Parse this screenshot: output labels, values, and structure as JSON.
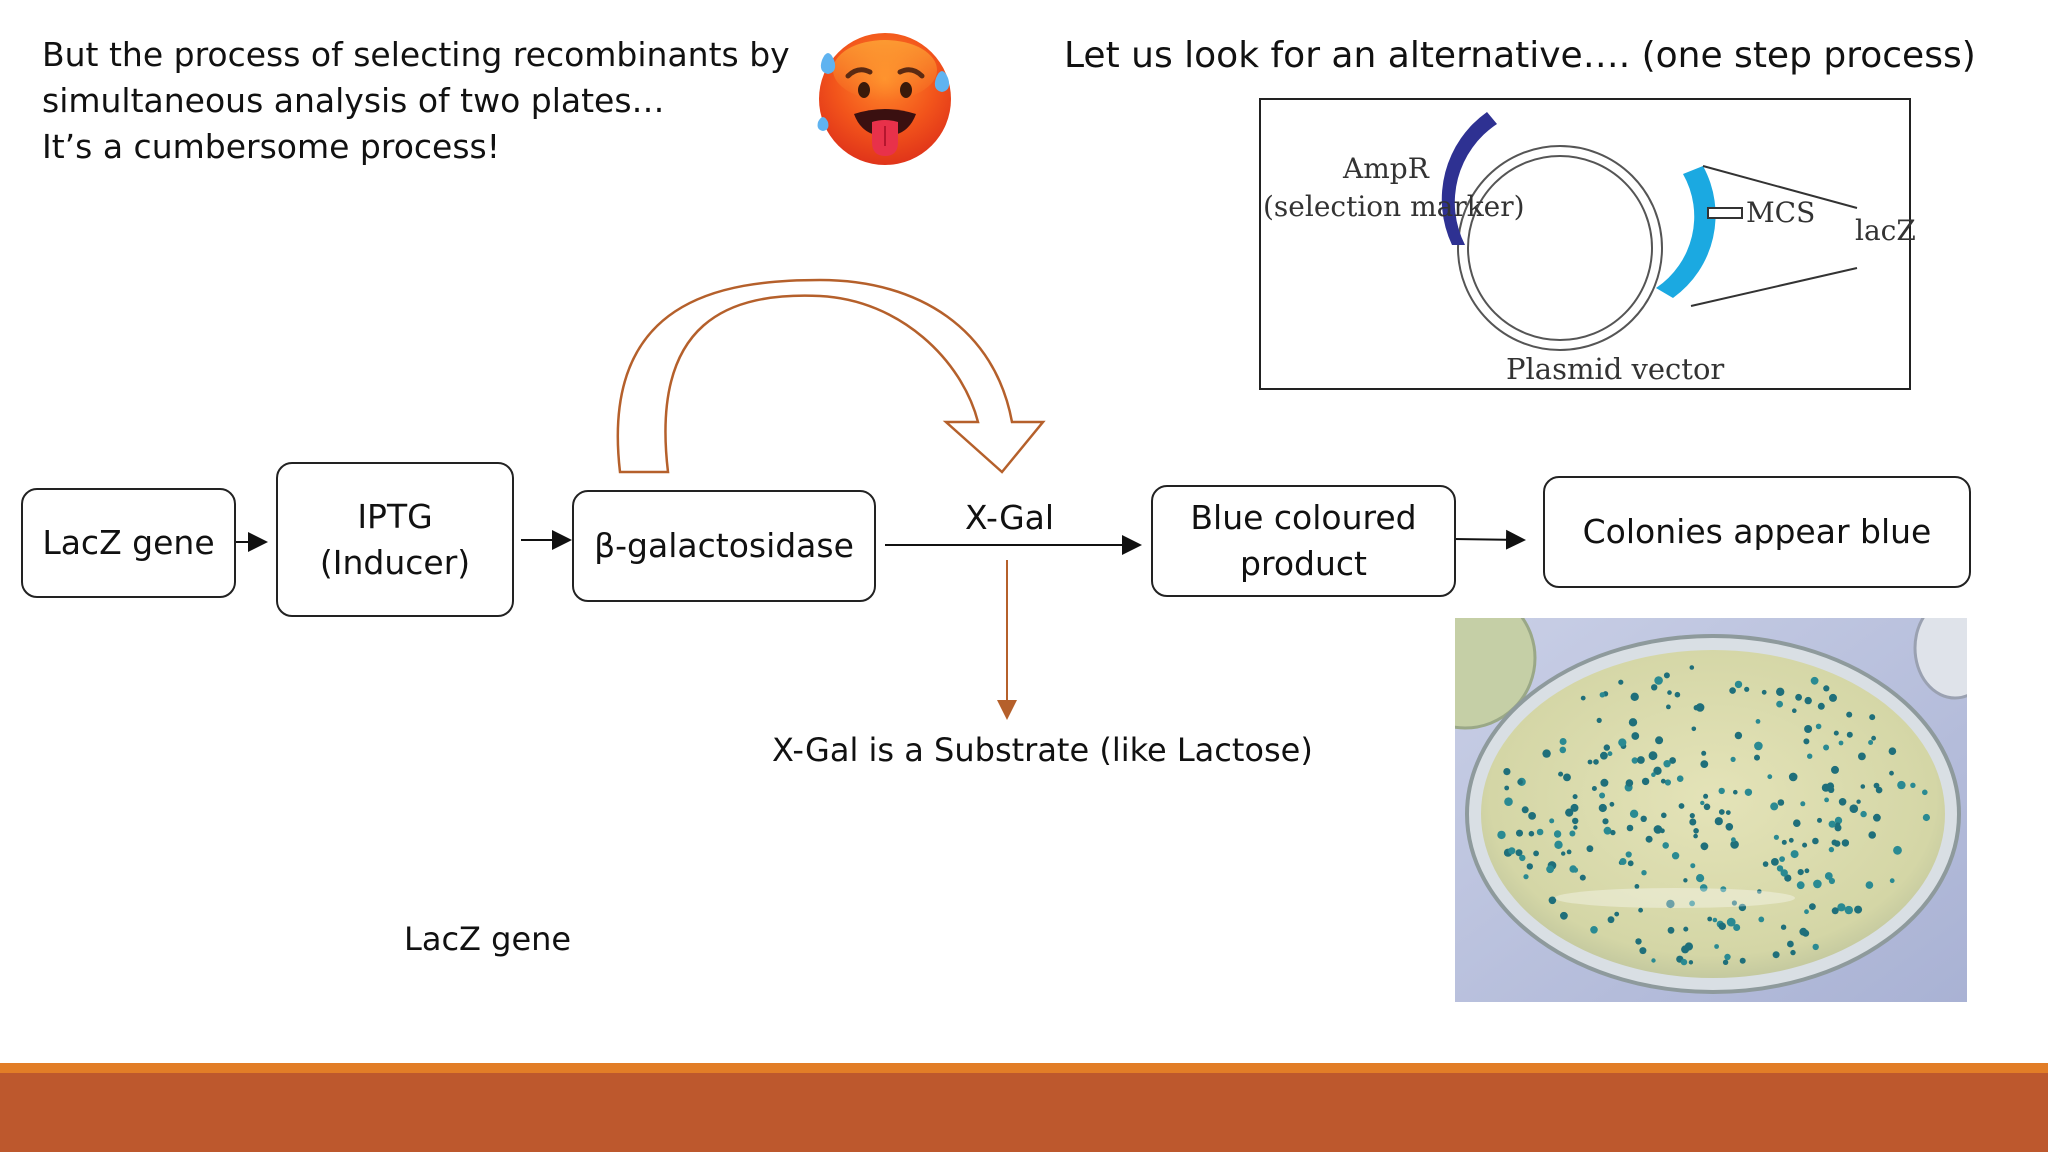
{
  "intro": {
    "lines": [
      "But the process of selecting recombinants by",
      "simultaneous analysis of two plates…",
      "It’s a cumbersome process!"
    ]
  },
  "alternative_title": "Let us look for an alternative…. (one step process)",
  "plasmid": {
    "marker_label_1": "AmpR",
    "marker_label_2": "(selection marker)",
    "mcs_label": "MCS",
    "lacz_label": "lacZ",
    "vector_label": "Plasmid vector",
    "colors": {
      "ampr": "#2e3192",
      "lacz": "#1ba9e1"
    }
  },
  "flow": {
    "box1": "LacZ gene",
    "box2_line1": "IPTG",
    "box2_line2": "(Inducer)",
    "box3": "β-galactosidase",
    "substrate_label": "X-Gal",
    "box4_line1": "Blue coloured",
    "box4_line2": "product",
    "box5": "Colonies appear blue",
    "substrate_note": "X-Gal is a Substrate (like Lactose)",
    "arrow_color": "#b5602b"
  },
  "stray_label": "LacZ gene",
  "emoji_icon": "hot-face-emoji",
  "colors": {
    "footer_thin": "#e27d27",
    "footer_bar": "#bd582d"
  }
}
